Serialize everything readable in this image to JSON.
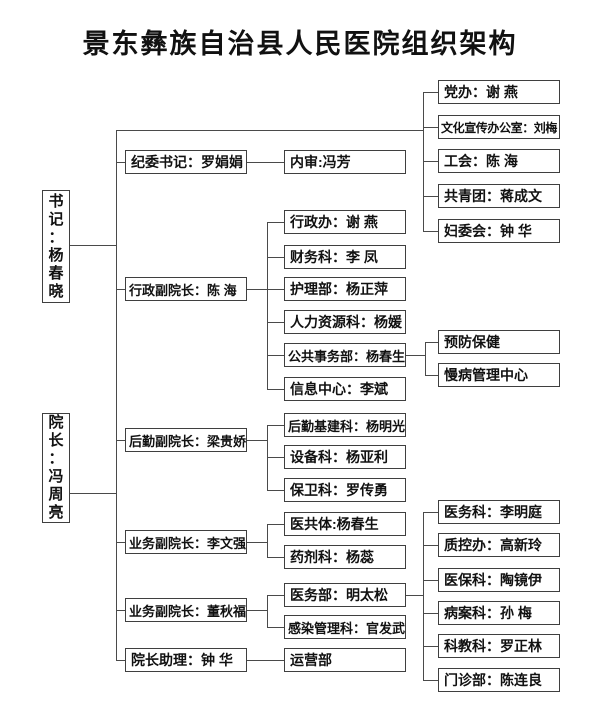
{
  "title": "景东彝族自治县人民医院组织架构",
  "colors": {
    "background": "#ffffff",
    "line": "#4a4a4a",
    "box_border": "#3f3f3f",
    "text": "#111111"
  },
  "org": {
    "secretary": "书记：杨春晓",
    "president": "院长：冯周亮",
    "party_branches": [
      "党办：谢 燕",
      "文化宣传办公室：刘梅",
      "工会：陈 海",
      "共青团：蒋成文",
      "妇委会：钟 华"
    ],
    "discipline_secretary": "纪委书记：罗娟娟",
    "internal_audit": "内审:冯芳",
    "admin_vice_president": "行政副院长：陈 海",
    "admin_departments": [
      "行政办：谢 燕",
      "财务科：李 凤",
      "护理部：杨正萍",
      "人力资源科：杨媛",
      "公共事务部：杨春生",
      "信息中心：李斌"
    ],
    "public_affairs_sub_departments": [
      "预防保健",
      "慢病管理中心"
    ],
    "logistics_vice_president": "后勤副院长：梁贵娇",
    "logistics_departments": [
      "后勤基建科：杨明光",
      "设备科：杨亚利",
      "保卫科：罗传勇"
    ],
    "business_vice_president_1": "业务副院长：李文强",
    "business_1_departments": [
      "医共体:杨春生",
      "药剂科：杨蕊"
    ],
    "business_vice_president_2": "业务副院长：董秋福",
    "business_2_departments": [
      "医务部：明太松",
      "感染管理科：官发武"
    ],
    "medical_affairs_sub_departments": [
      "医务科：李明庭",
      "质控办：高新玲",
      "医保科：陶镜伊",
      "病案科：孙 梅",
      "科教科：罗正林",
      "门诊部：陈连良"
    ],
    "president_assistant": "院长助理：钟 华",
    "assistant_department": "运营部"
  }
}
